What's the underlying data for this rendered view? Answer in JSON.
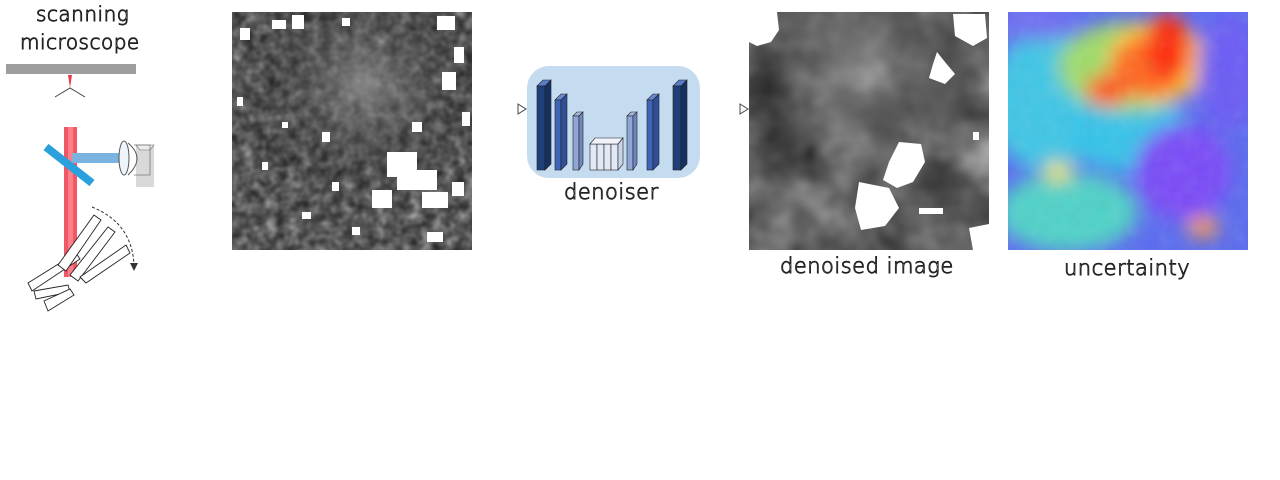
{
  "microscope": {
    "label_line1": "scanning",
    "label_line2": "microscope"
  },
  "denoiser": {
    "label": "denoiser"
  },
  "output": {
    "denoised_label": "denoised image",
    "uncertainty_label": "uncertainty"
  },
  "colors": {
    "denoiser_box": "#c5dbef",
    "unet_dark": "#1f3f78",
    "unet_mid": "#3f64b8",
    "unet_light": "#8fa6d6",
    "laser_red": "#f03a4a",
    "beam_blue": "#7ab3e0",
    "mirror_blue": "#2aa0dc",
    "stage_gray": "#9e9e9e"
  }
}
